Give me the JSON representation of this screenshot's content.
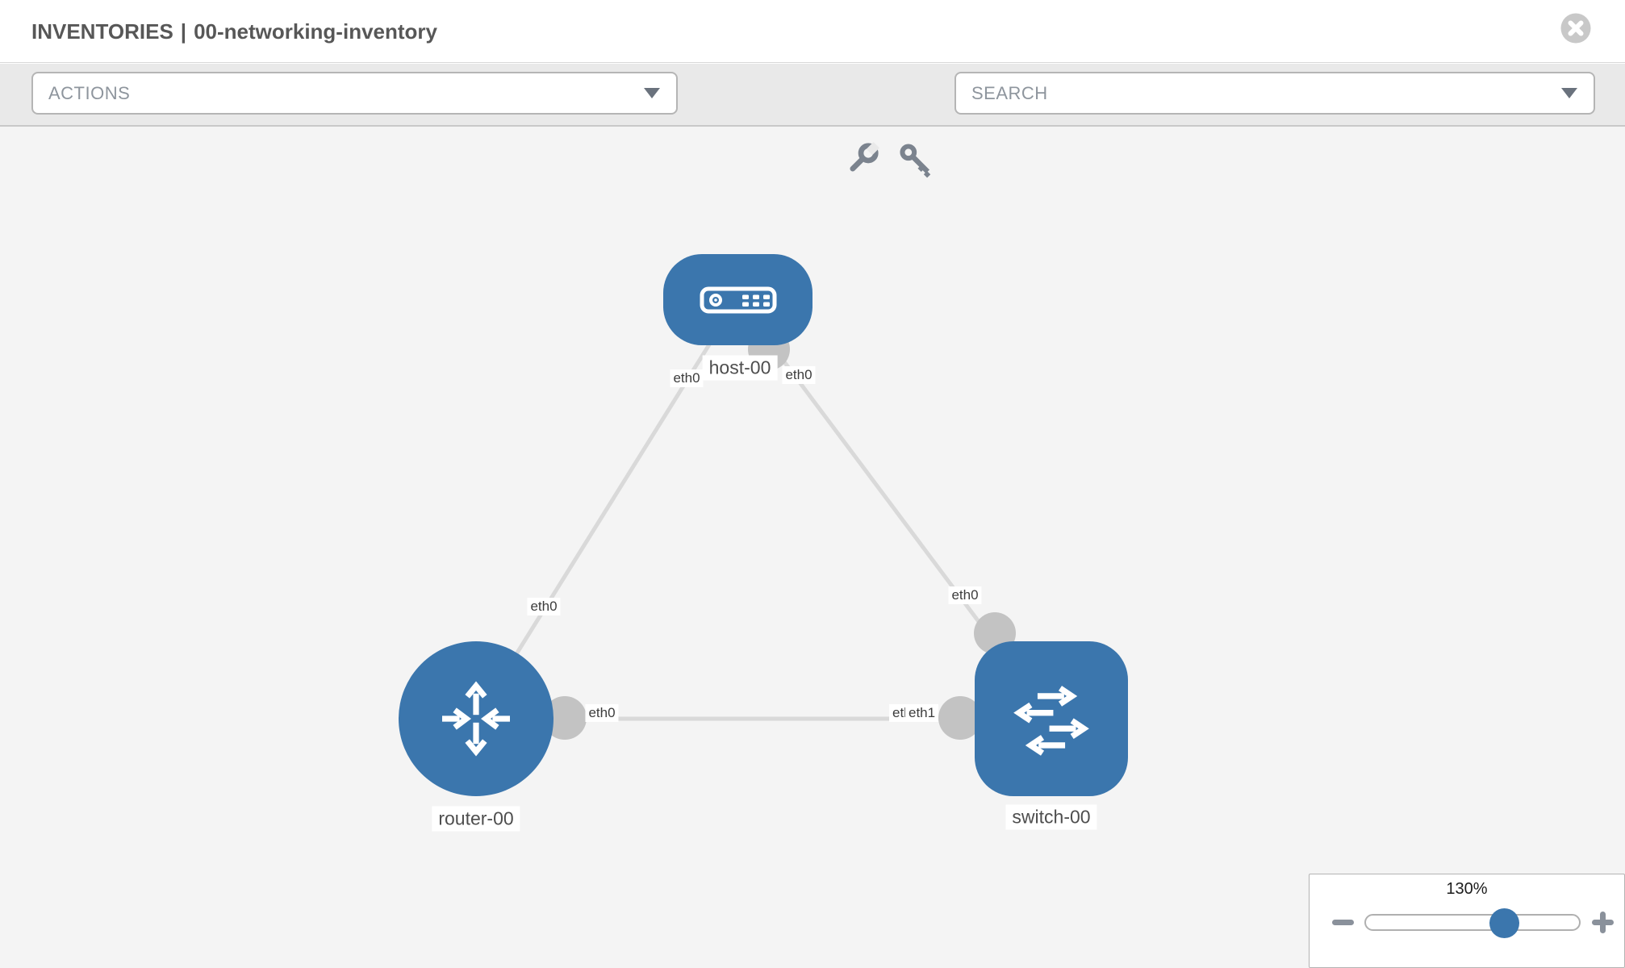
{
  "header": {
    "title_primary": "INVENTORIES",
    "title_separator": "|",
    "title_secondary": "00-networking-inventory",
    "icons": [
      "close-icon"
    ]
  },
  "toolbar": {
    "actions_placeholder": "ACTIONS",
    "search_placeholder": "SEARCH",
    "icons": [
      "wrench-icon",
      "key-icon",
      "caret-down-icon"
    ]
  },
  "topology": {
    "nodes": [
      {
        "id": "host-00",
        "label": "host-00",
        "type": "host"
      },
      {
        "id": "router-00",
        "label": "router-00",
        "type": "router"
      },
      {
        "id": "switch-00",
        "label": "switch-00",
        "type": "switch"
      }
    ],
    "links": [
      {
        "from": "router-00",
        "to": "host-00",
        "from_interface": "eth0",
        "to_interface": "eth0"
      },
      {
        "from": "host-00",
        "to": "switch-00",
        "from_interface": "eth0",
        "to_interface": "eth0"
      },
      {
        "from": "router-00",
        "to": "switch-00",
        "from_interface": "eth0",
        "to_interface": "eth1",
        "to_interface_obscured": "eth0"
      }
    ]
  },
  "zoom_control": {
    "value": "130%",
    "icons": [
      "minus-icon",
      "plus-icon",
      "slider-handle"
    ]
  },
  "colors": {
    "node_blue": "#3b76ad",
    "link_gray": "#d9d9d9",
    "endpoint_gray": "#c3c3c3",
    "canvas_gray": "#f4f4f4",
    "toolbar_gray": "#e9e9e9"
  }
}
